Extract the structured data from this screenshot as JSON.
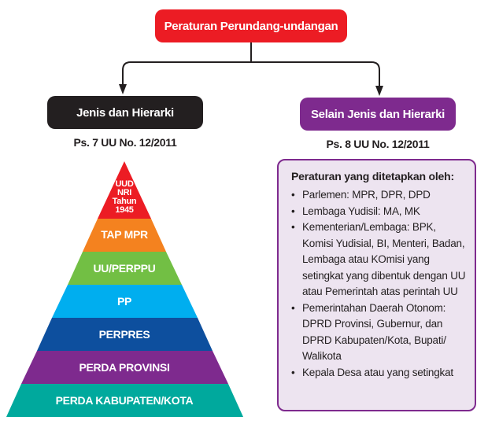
{
  "root": {
    "label": "Peraturan Perundang-undangan",
    "color": "#ec1c24"
  },
  "left_branch": {
    "label": "Jenis dan Hierarki",
    "subtitle": "Ps. 7 UU No. 12/2011",
    "color": "#231f20"
  },
  "right_branch": {
    "label": "Selain Jenis dan Hierarki",
    "subtitle": "Ps. 8 UU No. 12/2011",
    "color": "#7e2a8e"
  },
  "pyramid": {
    "apex": {
      "line1": "UUD",
      "line2": "NRI",
      "line3": "Tahun",
      "line4": "1945",
      "color": "#ec1c24"
    },
    "levels": [
      {
        "label": "TAP MPR",
        "color": "#f4821f"
      },
      {
        "label": "UU/PERPPU",
        "color": "#72bf44"
      },
      {
        "label": "PP",
        "color": "#00aeef"
      },
      {
        "label": "PERPRES",
        "color": "#0d4f9e"
      },
      {
        "label": "PERDA PROVINSI",
        "color": "#7e2a8e"
      },
      {
        "label": "PERDA KABUPATEN/KOTA",
        "color": "#00a99d"
      }
    ]
  },
  "info": {
    "title": "Peraturan yang ditetapkan oleh:",
    "items": [
      "Parlemen: MPR, DPR, DPD",
      "Lembaga Yudisil: MA, MK",
      "Kementerian/Lembaga: BPK, Komisi Yudisial, BI, Menteri, Badan, Lembaga atau KOmisi yang setingkat yang dibentuk dengan UU atau Pemerintah atas perintah UU",
      "Pemerintahan Daerah Otonom: DPRD Provinsi, Gubernur, dan DPRD Kabupaten/Kota, Bupati/ Walikota",
      "Kepala Desa atau yang setingkat"
    ],
    "background": "#ede4f0",
    "border": "#7e2a8e"
  }
}
